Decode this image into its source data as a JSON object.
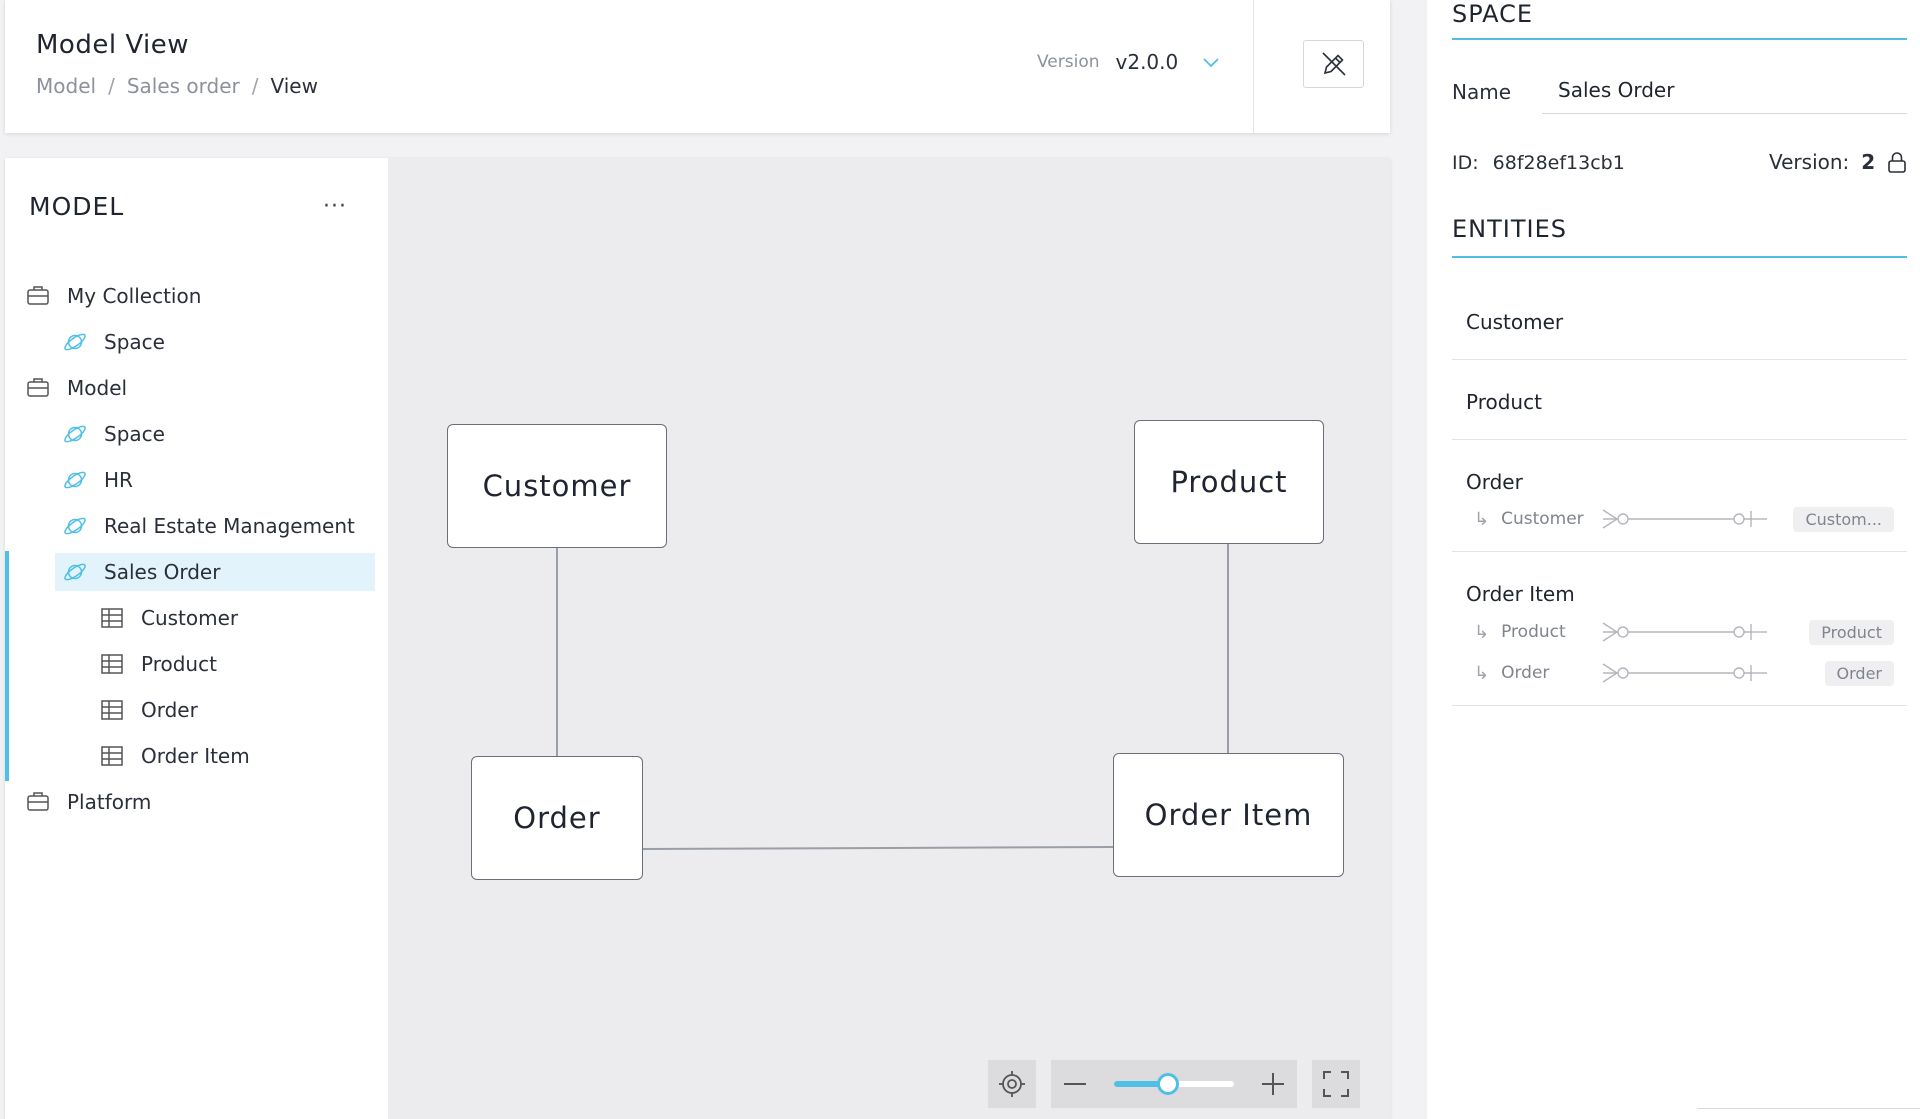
{
  "header": {
    "title": "Model View",
    "breadcrumb": [
      "Model",
      "Sales order",
      "View"
    ],
    "breadcrumb_sep": "/",
    "version_label": "Version",
    "version_value": "v2.0.0"
  },
  "sidebar": {
    "title": "MODEL",
    "more": "···",
    "items": [
      {
        "label": "My Collection",
        "icon": "briefcase-icon"
      },
      {
        "label": "Space",
        "icon": "planet-icon"
      },
      {
        "label": "Model",
        "icon": "briefcase-icon"
      },
      {
        "label": "Space",
        "icon": "planet-icon"
      },
      {
        "label": "HR",
        "icon": "planet-icon"
      },
      {
        "label": "Real Estate Management",
        "icon": "planet-icon"
      },
      {
        "label": "Sales Order",
        "icon": "planet-icon",
        "selected": true
      },
      {
        "label": "Customer",
        "icon": "table-icon"
      },
      {
        "label": "Product",
        "icon": "table-icon"
      },
      {
        "label": "Order",
        "icon": "table-icon"
      },
      {
        "label": "Order Item",
        "icon": "table-icon"
      },
      {
        "label": "Platform",
        "icon": "briefcase-icon"
      }
    ]
  },
  "canvas": {
    "nodes": [
      "Customer",
      "Product",
      "Order",
      "Order Item"
    ],
    "zoom_level": 0.45
  },
  "space": {
    "heading": "SPACE",
    "name_label": "Name",
    "name_value": "Sales Order",
    "id_label": "ID:",
    "id_value": "68f28ef13cb1",
    "version_label": "Version:",
    "version_value": "2"
  },
  "entities": {
    "heading": "ENTITIES",
    "items": [
      {
        "name": "Customer",
        "relations": []
      },
      {
        "name": "Product",
        "relations": []
      },
      {
        "name": "Order",
        "relations": [
          {
            "field": "Customer",
            "target": "Custom..."
          }
        ]
      },
      {
        "name": "Order Item",
        "relations": [
          {
            "field": "Product",
            "target": "Product"
          },
          {
            "field": "Order",
            "target": "Order"
          }
        ]
      }
    ]
  },
  "colors": {
    "accent": "#4fbfe6",
    "selected_bg": "#e3f3fb",
    "canvas_bg": "#ececee"
  }
}
